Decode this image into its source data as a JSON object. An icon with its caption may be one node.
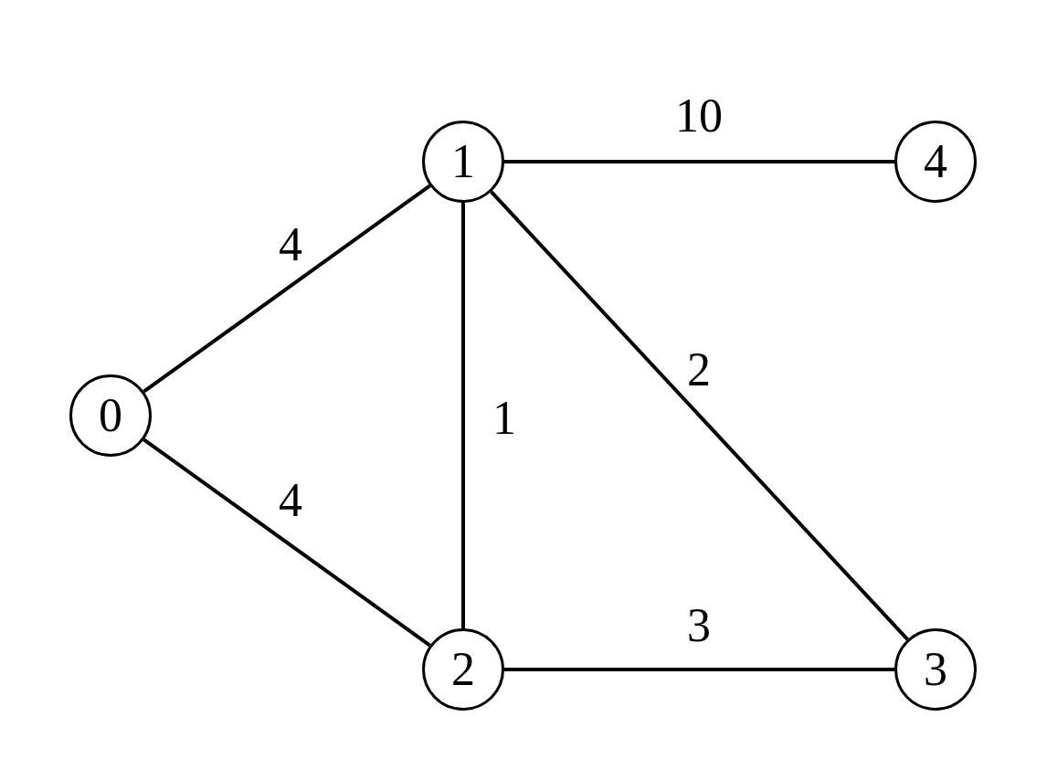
{
  "diagram": {
    "nodes": [
      {
        "text": [
          "0"
        ]
      },
      {
        "text": [
          "1"
        ]
      },
      {
        "text": [
          "2"
        ]
      },
      {
        "text": [
          "3"
        ]
      },
      {
        "text": [
          "4"
        ]
      }
    ],
    "edges": [
      {
        "from": 0,
        "to": 1,
        "arrow": "none",
        "label": "4"
      },
      {
        "from": 0,
        "to": 2,
        "arrow": "none",
        "label": "4"
      },
      {
        "from": 1,
        "to": 2,
        "arrow": "none",
        "label": "1"
      },
      {
        "from": 1,
        "to": 3,
        "arrow": "none",
        "label": "2"
      },
      {
        "from": 1,
        "to": 4,
        "arrow": "none",
        "label": "10"
      },
      {
        "from": 2,
        "to": 3,
        "arrow": "none",
        "label": "3"
      }
    ]
  }
}
